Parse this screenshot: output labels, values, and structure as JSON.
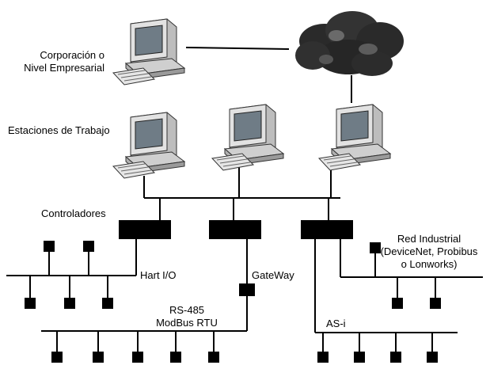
{
  "labels": {
    "corporation": "Corporación o",
    "corporation_line2": "Nivel Empresarial",
    "workstations": "Estaciones de Trabajo",
    "controllers": "Controladores",
    "hart": "Hart I/O",
    "gateway": "GateWay",
    "rs485": "RS-485",
    "modbus": "ModBus RTU",
    "asi": "AS-i",
    "industrial": "Red Industrial",
    "industrial_line2": "(DeviceNet, Probibus",
    "industrial_line3": "o Lonworks)"
  },
  "colors": {
    "line": "#000000",
    "block": "#000000",
    "cloud": "#2a2a2a",
    "computer_body": "#d4d4d4",
    "computer_shade": "#9a9a9a",
    "screen": "#6f7c86"
  }
}
